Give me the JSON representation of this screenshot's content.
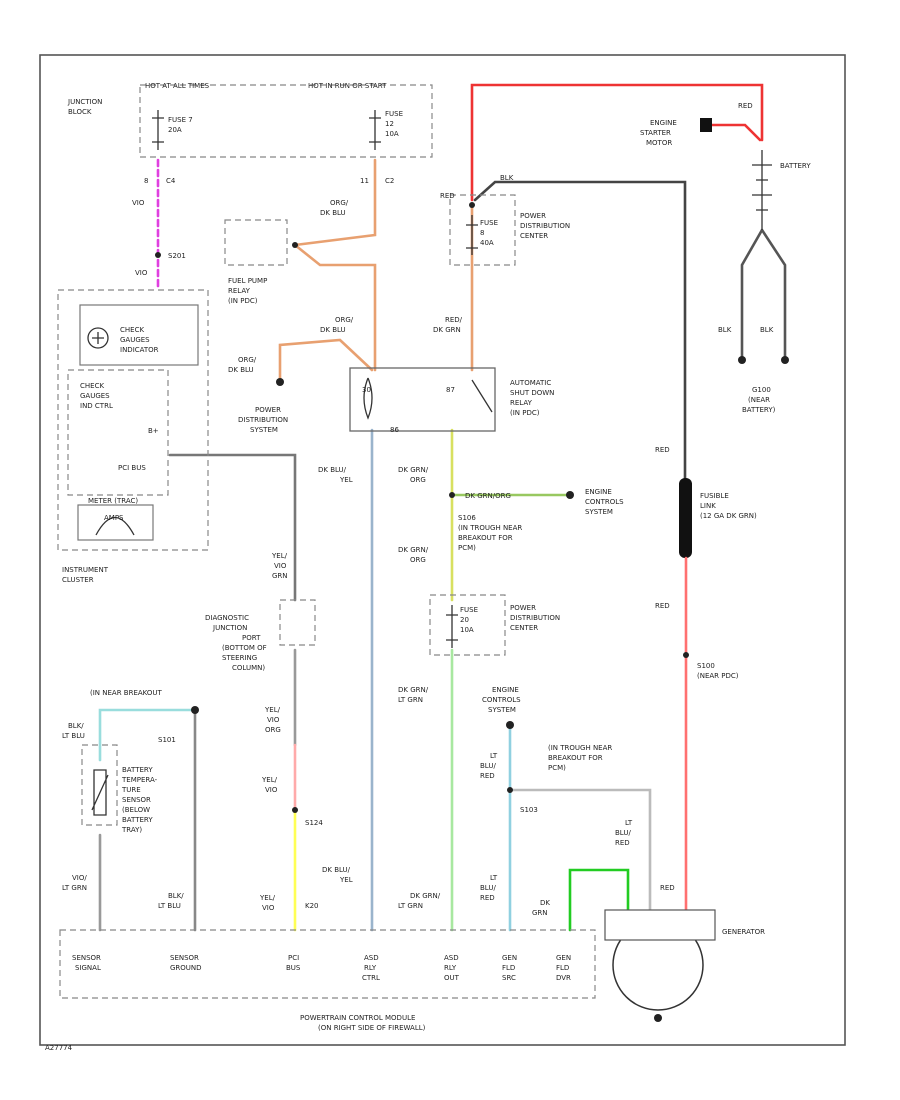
{
  "labels": {
    "hot_all_times": "HOT AT ALL TIMES",
    "hot_run_start": "HOT IN RUN OR START",
    "junction_block": [
      "JUNCTION",
      "BLOCK"
    ],
    "fuse7": [
      "FUSE 7",
      "20A"
    ],
    "fuse12": [
      "FUSE",
      "12",
      "10A"
    ],
    "c4_pin": "8",
    "c4": "C4",
    "vio_top": "VIO",
    "s201": "S201",
    "vio_cluster": "VIO",
    "c2_pin": "11",
    "c2": "C2",
    "org_dkblu_1": [
      "ORG/",
      "DK BLU"
    ],
    "fuel_pump_relay": [
      "FUEL PUMP",
      "RELAY",
      "(IN PDC)"
    ],
    "org_dkblu_2": [
      "ORG/",
      "DK BLU"
    ],
    "org_dkblu_3": [
      "ORG/",
      "DK BLU"
    ],
    "power_dist_system": [
      "POWER",
      "DISTRIBUTION",
      "SYSTEM"
    ],
    "check_gauges_ind": [
      "CHECK",
      "GAUGES",
      "INDICATOR"
    ],
    "check_gauges_ind_ctrl": [
      "CHECK",
      "GAUGES",
      "IND CTRL"
    ],
    "b_plus": "B+",
    "pci_bus_cluster": "PCI BUS",
    "meter_trac": "METER (TRAC)",
    "amps": "AMPS",
    "instrument_cluster": [
      "INSTRUMENT",
      "CLUSTER"
    ],
    "red_pdc": "RED",
    "blk_pdc": "BLK",
    "fuse_40a": [
      "FUSE",
      "8",
      "40A"
    ],
    "pdc_top": [
      "POWER",
      "DISTRIBUTION",
      "CENTER"
    ],
    "red_dkgrn": [
      "RED/",
      "DK GRN"
    ],
    "relay_pins": [
      "30",
      "87",
      "86"
    ],
    "asd_relay": [
      "AUTOMATIC",
      "SHUT DOWN",
      "RELAY",
      "(IN PDC)"
    ],
    "dkblu_yel_1": [
      "DK BLU/",
      "YEL"
    ],
    "dkgrn_org_1": [
      "DK GRN/",
      "ORG"
    ],
    "dkgrn_org_2": "DK GRN/ORG",
    "engine_controls_1": [
      "ENGINE",
      "CONTROLS",
      "SYSTEM"
    ],
    "s106": [
      "S106",
      "(IN TROUGH NEAR",
      "BREAKOUT FOR",
      "PCM)"
    ],
    "dkgrn_org_3": [
      "DK GRN/",
      "ORG"
    ],
    "fuse_20a": [
      "FUSE",
      "20",
      "10A"
    ],
    "pdc_mid": [
      "POWER",
      "DISTRIBUTION",
      "CENTER"
    ],
    "dkgrn_ltgrn": [
      "DK GRN/",
      "LT GRN"
    ],
    "engine_controls_2": [
      "ENGINE",
      "CONTROLS",
      "SYSTEM"
    ],
    "s103_trough": [
      "(IN TROUGH NEAR",
      "BREAKOUT FOR",
      "PCM)"
    ],
    "ltblu_red_1": [
      "LT",
      "BLU/",
      "RED"
    ],
    "s103": "S103",
    "ltblu_red_2": [
      "LT",
      "BLU/",
      "RED"
    ],
    "engine_starter": [
      "ENGINE",
      "STARTER",
      "MOTOR"
    ],
    "red_starter": "RED",
    "battery": "BATTERY",
    "blk1": "BLK",
    "blk2": "BLK",
    "g100": [
      "G100",
      "(NEAR",
      "BATTERY)"
    ],
    "red_right": "RED",
    "fusible_link": [
      "FUSIBLE",
      "LINK",
      "(12 GA DK GRN)"
    ],
    "red_right2": "RED",
    "s100": [
      "S100",
      "(NEAR PDC)"
    ],
    "red_gen": "RED",
    "generator": "GENERATOR",
    "yel_vio_1": [
      "YEL/",
      "VIO",
      "GRN"
    ],
    "diag_junction": [
      "DIAGNOSTIC",
      "JUNCTION",
      "PORT",
      "(BOTTOM OF",
      "STEERING",
      "COLUMN)"
    ],
    "yel_vio_2": [
      "YEL/",
      "VIO",
      "ORG"
    ],
    "yel_vio_3": [
      "YEL/",
      "VIO"
    ],
    "s124": "S124",
    "yel_vio_4": [
      "YEL/",
      "VIO"
    ],
    "dkblu_yel_2": [
      "DK BLU/",
      "YEL"
    ],
    "k20": "K20",
    "near_breakout": "(IN NEAR BREAKOUT",
    "blk_ltblu_1": [
      "BLK/",
      "LT BLU"
    ],
    "s101": "S101",
    "battery_temp": [
      "BATTERY",
      "TEMPERA-",
      "TURE",
      "SENSOR",
      "(BELOW",
      "BATTERY",
      "TRAY)"
    ],
    "vio_ltgrn": [
      "VIO/",
      "LT GRN"
    ],
    "blk_ltblu_2": [
      "BLK/",
      "LT BLU"
    ],
    "dkgrn_ltgrn_2": [
      "DK GRN/",
      "LT GRN"
    ],
    "ltblu_red_3": [
      "LT",
      "BLU/",
      "RED"
    ],
    "dkgrn_2": [
      "DK",
      "GRN"
    ],
    "pcm_cells": [
      "SENSOR",
      "SIGNAL",
      "SENSOR",
      "GROUND",
      "PCI",
      "BUS",
      "ASD",
      "RLY",
      "CTRL",
      "ASD",
      "RLY",
      "OUT",
      "GEN",
      "FLD",
      "SRC",
      "GEN",
      "FLD",
      "DVR"
    ],
    "pcm": [
      "POWERTRAIN CONTROL MODULE",
      "(ON RIGHT SIDE OF FIREWALL)"
    ],
    "footer_code": "A27774"
  }
}
